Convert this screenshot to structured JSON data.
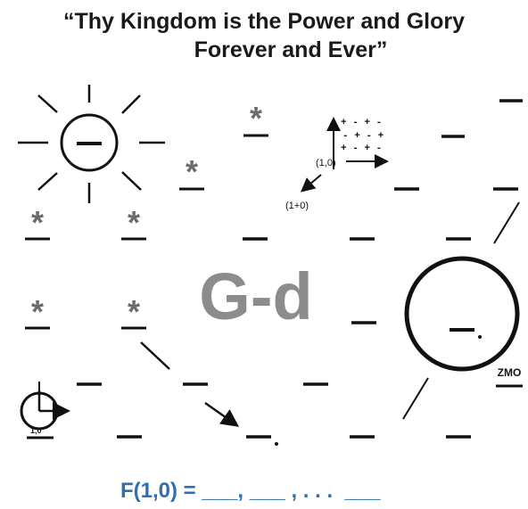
{
  "title": {
    "line1": "“Thy Kingdom is the Power and Glory",
    "line2": "Forever and Ever”"
  },
  "center_label": "G-d",
  "labels": {
    "vector_right": "(1,0)",
    "vector_down": "(1+0)",
    "grid_row1": "+ - + -",
    "grid_row2": "- + - +",
    "grid_row3": "+ - + -",
    "zmo": "ZMO",
    "clock_label": "1,0",
    "star": "*",
    "minus": "−"
  },
  "formula": "F(1,0) = ___, ___ , . . .  ___",
  "colors": {
    "ink": "#111111",
    "star": "#6b6b6b",
    "center_text": "#8c8c8c",
    "formula": "#2f6fb0"
  }
}
